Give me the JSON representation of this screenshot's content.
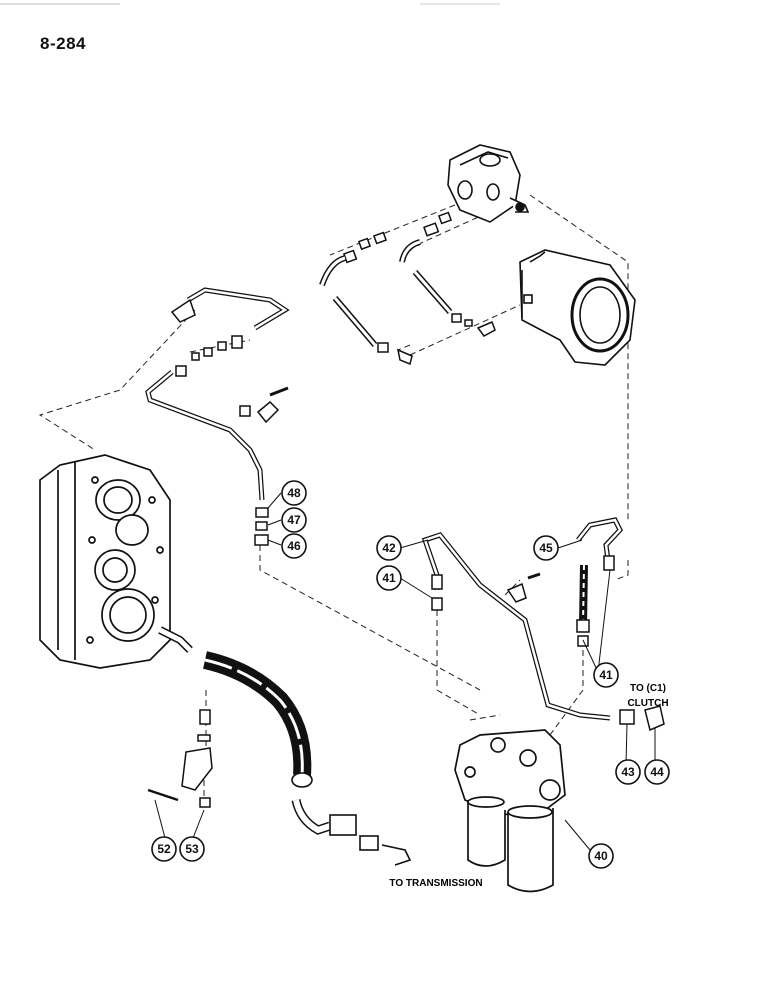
{
  "page": {
    "number": "8-284"
  },
  "labels": {
    "to_c1": "TO (C1)",
    "clutch": "CLUTCH",
    "to_transmission": "TO TRANSMISSION"
  },
  "callouts": {
    "c40": "40",
    "c41a": "41",
    "c41b": "41",
    "c42": "42",
    "c43": "43",
    "c44": "44",
    "c45": "45",
    "c46": "46",
    "c47": "47",
    "c48": "48",
    "c52": "52",
    "c53": "53"
  }
}
